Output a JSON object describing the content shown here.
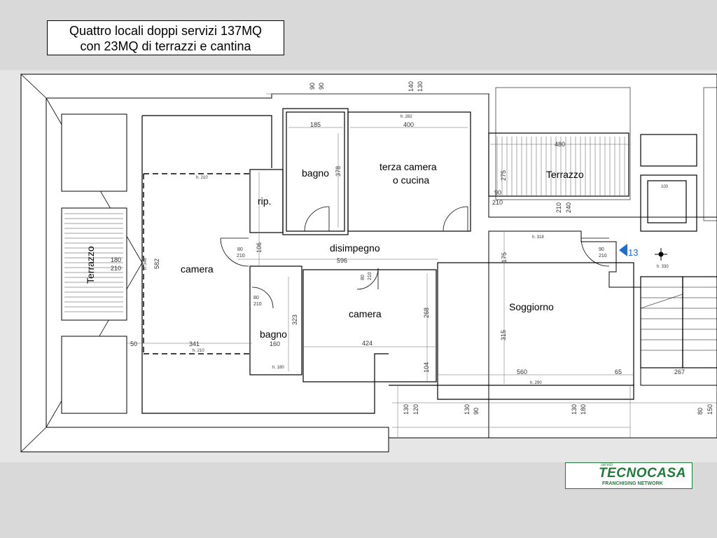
{
  "header": {
    "line1": "Quattro locali doppi servizi 137MQ",
    "line2": "con 23MQ di terrazzi e cantina"
  },
  "rooms": {
    "bagno_top": "bagno",
    "terza_line1": "terza camera",
    "terza_line2": "o cucina",
    "terrazzo_top": "Terrazzo",
    "rip": "rip.",
    "disimpegno": "disimpegno",
    "camera_left": "camera",
    "terrazzo_left": "Terrazzo",
    "camera_mid": "camera",
    "bagno_bottom": "bagno",
    "soggiorno": "Soggiorno"
  },
  "dimensions": {
    "d90a": "90",
    "d90b": "90",
    "d140": "140",
    "d130top": "130",
    "d185": "185",
    "d400": "400",
    "h282": "h. 282",
    "d378": "378",
    "d480": "480",
    "d275": "275",
    "d90c": "90",
    "d210a": "210",
    "d210b": "210",
    "d240": "240",
    "h210a": "h. 210",
    "h318": "h. 318",
    "d80a": "80",
    "d210c": "210",
    "d106": "106",
    "d596": "596",
    "d175": "175",
    "d180": "180",
    "d210d": "210",
    "h348": "h. 348",
    "d582": "582",
    "d90d": "90",
    "d210e": "210",
    "h330": "h. 330",
    "d80b": "80",
    "d210f": "210",
    "d80c": "80",
    "d210g": "210",
    "d268": "268",
    "d323": "323",
    "d315": "315",
    "d50": "50",
    "d341": "341",
    "h210b": "h. 210",
    "d160": "160",
    "d424": "424",
    "d104": "104",
    "d560": "560",
    "d65": "65",
    "d267": "267",
    "h180": "h. 180",
    "h290": "h. 290",
    "d130a": "130",
    "d120a": "120",
    "d130b": "130",
    "d90e": "90",
    "d130c": "130",
    "d180b": "180",
    "d80d": "80",
    "d150": "150",
    "d100": "100",
    "n13": "13"
  },
  "logo": {
    "small": "servizi",
    "brand": "TECNOCASA",
    "tagline": "FRANCHISING NETWORK"
  },
  "colors": {
    "background": "#d9d9d9",
    "floor": "#ffffff",
    "wall": "#000000",
    "brand_green": "#1f7a3a",
    "marker_blue": "#1a6fd1"
  }
}
